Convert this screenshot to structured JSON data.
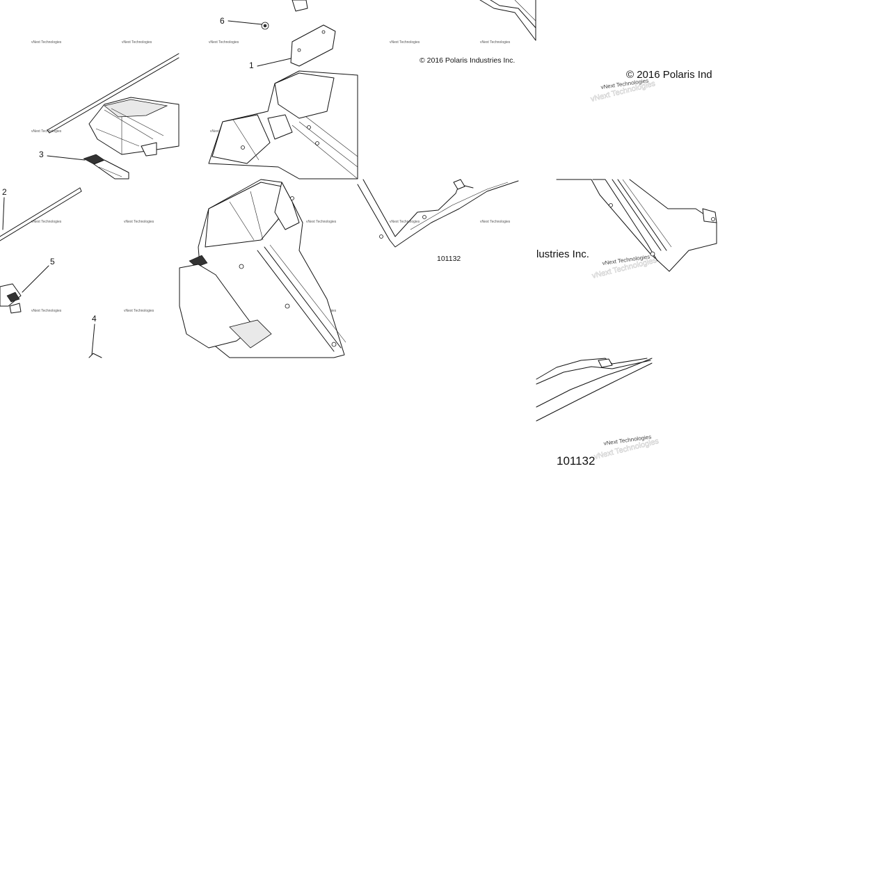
{
  "callouts": {
    "c1": "1",
    "c2": "2",
    "c3": "3",
    "c4": "4",
    "c5": "5",
    "c6": "6"
  },
  "copyright_small": "© 2016 Polaris Industries Inc.",
  "copyright_large_fragment": "© 2016 Polaris Ind",
  "copyright_large_tail": "lustries Inc.",
  "diagram_number_small": "101132",
  "diagram_number_large": "101132",
  "watermark": "vNext Technologies"
}
